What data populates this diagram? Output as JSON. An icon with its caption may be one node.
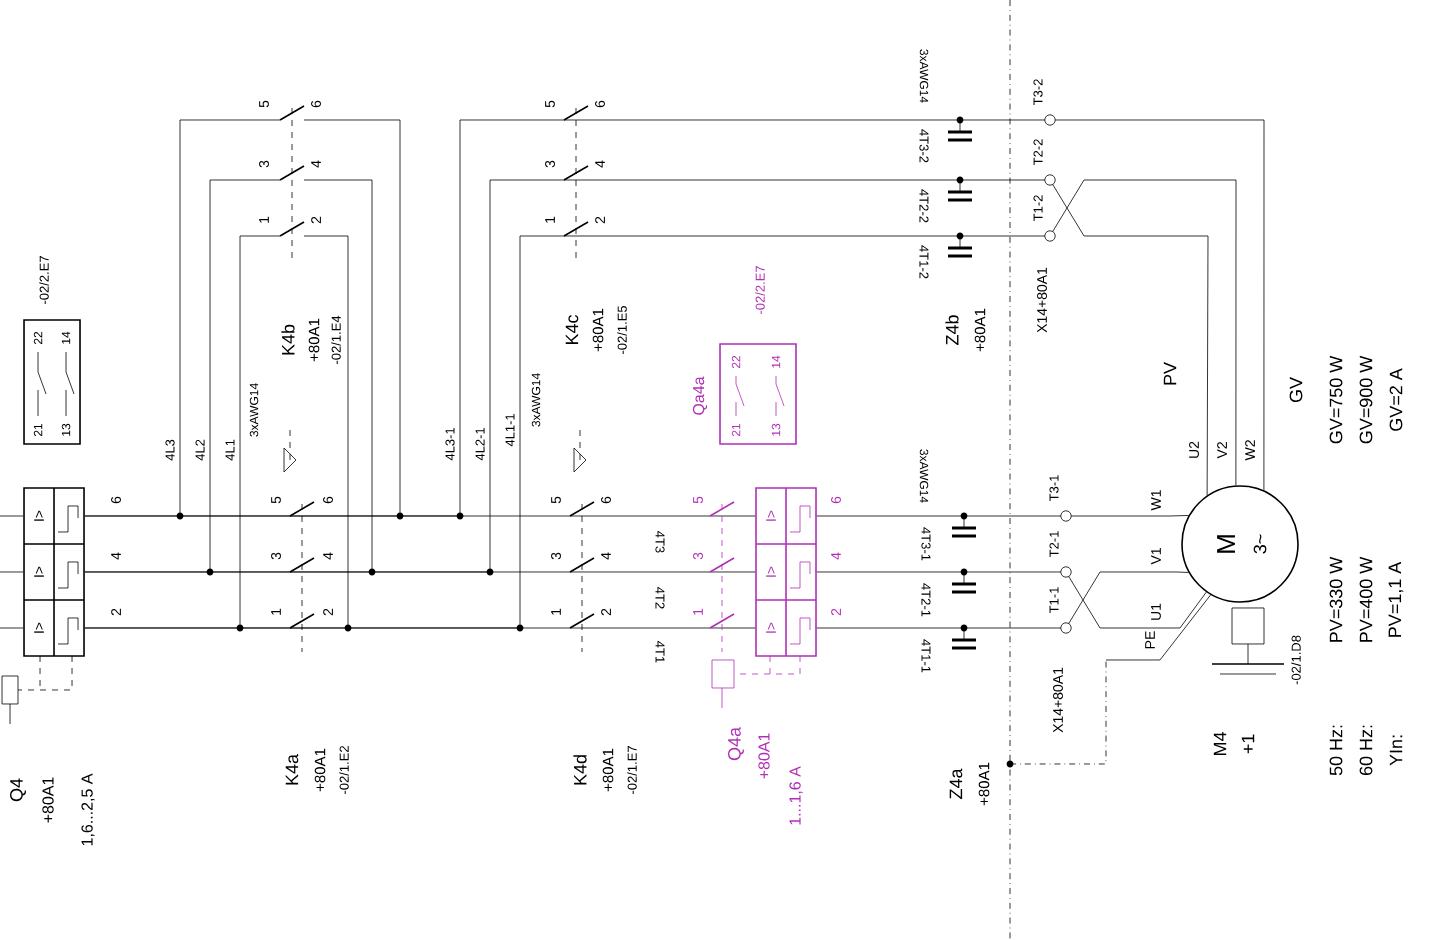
{
  "diagram": {
    "nodes": [
      {
        "text": [
          "I>",
          "I>",
          "I>"
        ],
        "beside": [
          "Q4",
          "+80A1",
          "1,6...2,5 A"
        ]
      },
      {
        "text": [
          "I>",
          "I>",
          "I>"
        ],
        "beside": [
          "Q4a",
          "+80A1",
          "1...1,6 A"
        ]
      },
      {
        "text": [
          "M",
          "3~"
        ],
        "beside": [
          "M4",
          "+1"
        ]
      },
      {
        "text": [
          "21",
          "22",
          "13",
          "14"
        ],
        "beside": [
          "-02/2.E7"
        ]
      },
      {
        "text": [
          "21",
          "22",
          "13",
          "14"
        ],
        "beside": [
          "Qa4a",
          "-02/2.E7"
        ]
      }
    ],
    "edges": [
      {
        "from": null,
        "to": 0,
        "arrow": "none"
      },
      {
        "from": null,
        "to": 0,
        "arrow": "none"
      },
      {
        "from": null,
        "to": 0,
        "arrow": "none"
      },
      {
        "from": 0,
        "to": 1,
        "arrow": "none"
      },
      {
        "from": 0,
        "to": 1,
        "arrow": "none"
      },
      {
        "from": 0,
        "to": 1,
        "arrow": "none"
      },
      {
        "from": 1,
        "to": 2,
        "arrow": "none"
      },
      {
        "from": 1,
        "to": 2,
        "arrow": "none"
      },
      {
        "from": 1,
        "to": 2,
        "arrow": "none"
      },
      {
        "from": 0,
        "to": 2,
        "arrow": "none"
      },
      {
        "from": 0,
        "to": 2,
        "arrow": "none"
      },
      {
        "from": 0,
        "to": 2,
        "arrow": "none"
      }
    ],
    "labels": [
      "6",
      "4",
      "2",
      "4L3",
      "4L2",
      "4L1",
      "3xAWG14",
      "5",
      "3",
      "1",
      "6",
      "4",
      "2",
      "K4b",
      "+80A1",
      "-02/1.E4",
      "5",
      "3",
      "1",
      "6",
      "4",
      "2",
      "K4a",
      "+80A1",
      "-02/1.E2",
      "4L3-1",
      "4L2-1",
      "4L1-1",
      "3xAWG14",
      "5",
      "3",
      "1",
      "6",
      "4",
      "2",
      "K4c",
      "+80A1",
      "-02/1.E5",
      "5",
      "3",
      "1",
      "6",
      "4",
      "2",
      "K4d",
      "+80A1",
      "-02/1.E7",
      "4T3",
      "4T2",
      "4T1",
      "5",
      "3",
      "1",
      "6",
      "4",
      "2",
      "3xAWG14",
      "4T3-1",
      "4T2-1",
      "4T1-1",
      "Z4a",
      "+80A1",
      "3xAWG14",
      "4T3-2",
      "4T2-2",
      "4T1-2",
      "Z4b",
      "+80A1",
      "T1-1",
      "T2-1",
      "T3-1",
      "X14+80A1",
      "T1-2",
      "T2-2",
      "T3-2",
      "X14+80A1",
      "W1",
      "V1",
      "U1",
      "U2",
      "V2",
      "W2",
      "PE",
      "-02/1.D8",
      "PV",
      "GV",
      "50 Hz:",
      "PV=330 W",
      "GV=750 W",
      "60 Hz:",
      "PV=400 W",
      "GV=900 W",
      "YIn:",
      "PV=1,1 A",
      "GV=2 A"
    ]
  }
}
